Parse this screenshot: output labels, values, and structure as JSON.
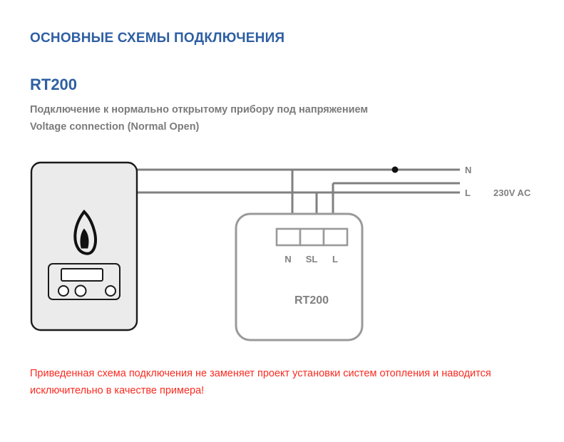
{
  "header": {
    "main_title": "ОСНОВНЫЕ СХЕМЫ ПОДКЛЮЧЕНИЯ",
    "model_title": "RT200",
    "description_ru": "Подключение к нормально открытому прибору под напряжением",
    "description_en": "Voltage connection (Normal Open)"
  },
  "diagram": {
    "boiler": {
      "name": "gas-boiler",
      "flame_icon": "flame-icon",
      "display": "boiler-display",
      "buttons": [
        "boiler-button-1",
        "boiler-button-2",
        "boiler-button-3"
      ]
    },
    "device": {
      "label": "RT200",
      "terminals": [
        {
          "label": "N"
        },
        {
          "label": "SL"
        },
        {
          "label": "L"
        }
      ]
    },
    "power_rails": [
      {
        "label": "N",
        "junction_dot": true
      },
      {
        "label": "L",
        "junction_dot": false
      }
    ],
    "supply_label": "230V AC"
  },
  "note": {
    "line1": "Приведенная схема подключения не заменяет проект установки систем отопления и наводится",
    "line2": "исключительно в качестве примера!"
  },
  "colors": {
    "title_blue": "#2e5fa3",
    "text_gray": "#7b7b7b",
    "wire_gray": "#808080",
    "note_red": "#fb2b21",
    "boiler_fill": "#ebebeb",
    "boiler_stroke": "#1a1a1a"
  }
}
